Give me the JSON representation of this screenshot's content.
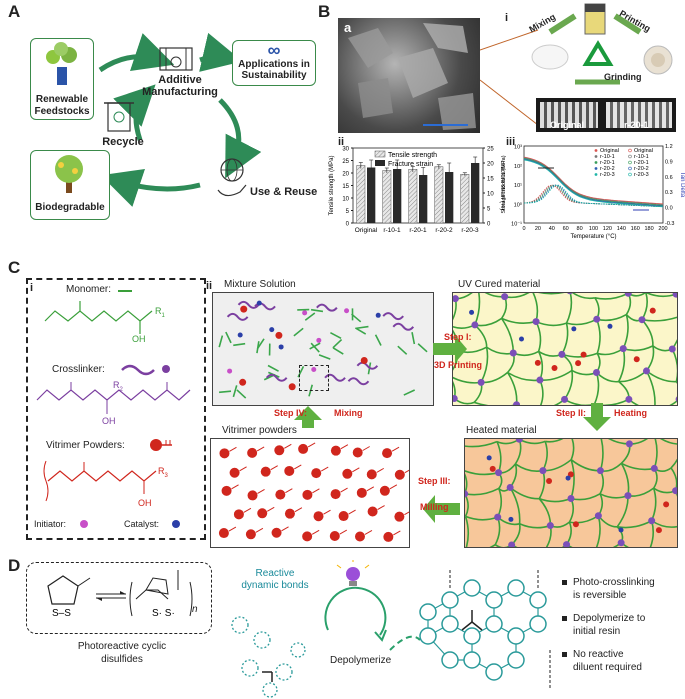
{
  "panelA": {
    "letter": "A",
    "renewable": "Renewable\nFeedstocks",
    "additive": "Additive\nManufacturing",
    "applications": "Applications in\nSustainability",
    "recycle": "Recycle",
    "use_reuse": "Use & Reuse",
    "biodegradable": "Biodegradable"
  },
  "panelB": {
    "letter": "B",
    "sem_label": "a",
    "i": "i",
    "ii": "ii",
    "iii": "iii",
    "mixing": "Mixing",
    "printing": "Printing",
    "grinding": "Grinding",
    "original": "Original",
    "r201": "r-20-1"
  },
  "chart_data": [
    {
      "type": "bar",
      "categories": [
        "Original",
        "r-10-1",
        "r-20-1",
        "r-20-2",
        "r-20-3"
      ],
      "series": [
        {
          "name": "Tensile strength",
          "values": [
            23,
            21,
            21.5,
            22.5,
            19.5
          ],
          "errors": [
            1.2,
            1.0,
            1.1,
            0.8,
            0.6
          ]
        },
        {
          "name": "Fracture strain",
          "values": [
            18.5,
            18,
            16,
            17,
            20
          ],
          "errors": [
            2.5,
            3.0,
            2.5,
            3.0,
            2.0
          ]
        }
      ],
      "ylabel": "Tensile strength (MPa)",
      "y2label": "Fracture strain (%)",
      "ylim": [
        0,
        30
      ],
      "y2lim": [
        0,
        25
      ],
      "yticks": [
        0,
        5,
        10,
        15,
        20,
        25,
        30
      ],
      "y2ticks": [
        0,
        5,
        10,
        15,
        20,
        25
      ]
    },
    {
      "type": "line",
      "xlabel": "Temperature (°C)",
      "ylabel": "Storage modulus (MPa)",
      "y2label": "Tan Delta",
      "xlim": [
        0,
        200
      ],
      "xticks": [
        0,
        20,
        40,
        60,
        80,
        100,
        120,
        140,
        160,
        180,
        200
      ],
      "ytick_labels": [
        "10³",
        "10²",
        "10¹",
        "10⁰",
        "10⁻¹"
      ],
      "y2ticks": [
        -0.3,
        0.0,
        0.3,
        0.6,
        0.9,
        1.2
      ],
      "legend": [
        "Original",
        "r-10-1",
        "r-20-1",
        "r-20-2",
        "r-20-3"
      ],
      "colors": [
        "#d9534f",
        "#777777",
        "#3a9f5b",
        "#2f5fb3",
        "#1fb5a8"
      ]
    }
  ],
  "panelC": {
    "letter": "C",
    "i": "i",
    "ii": "ii",
    "monomer": "Monomer:",
    "crosslinker": "Crosslinker:",
    "vitrimer": "Vitrimer Powders:",
    "initiator": "Initiator:",
    "catalyst": "Catalyst:",
    "R1": "R",
    "R1sub": "1",
    "R2": "R",
    "R2sub": "2",
    "R3": "R",
    "R3sub": "3",
    "OH": "OH",
    "mixture": "Mixture Solution",
    "uv": "UV Cured material",
    "heated": "Heated material",
    "vitrimer_powders": "Vitrimer powders",
    "step1": "Step I:",
    "step1b": "3D Printing",
    "step2": "Step II:",
    "step2b": "Heating",
    "step3": "Step III:",
    "step3b": "Milling",
    "step4": "Step IV:",
    "step4b": "Mixing"
  },
  "panelD": {
    "letter": "D",
    "photoreactive": "Photoreactive cyclic\ndisulfides",
    "reactive": "Reactive\ndynamic bonds",
    "depolymerize": "Depolymerize",
    "bullets": [
      "Photo-crosslinking\nis reversible",
      "Depolymerize to\ninitial resin",
      "No reactive\ndiluent required"
    ],
    "n": "n"
  }
}
